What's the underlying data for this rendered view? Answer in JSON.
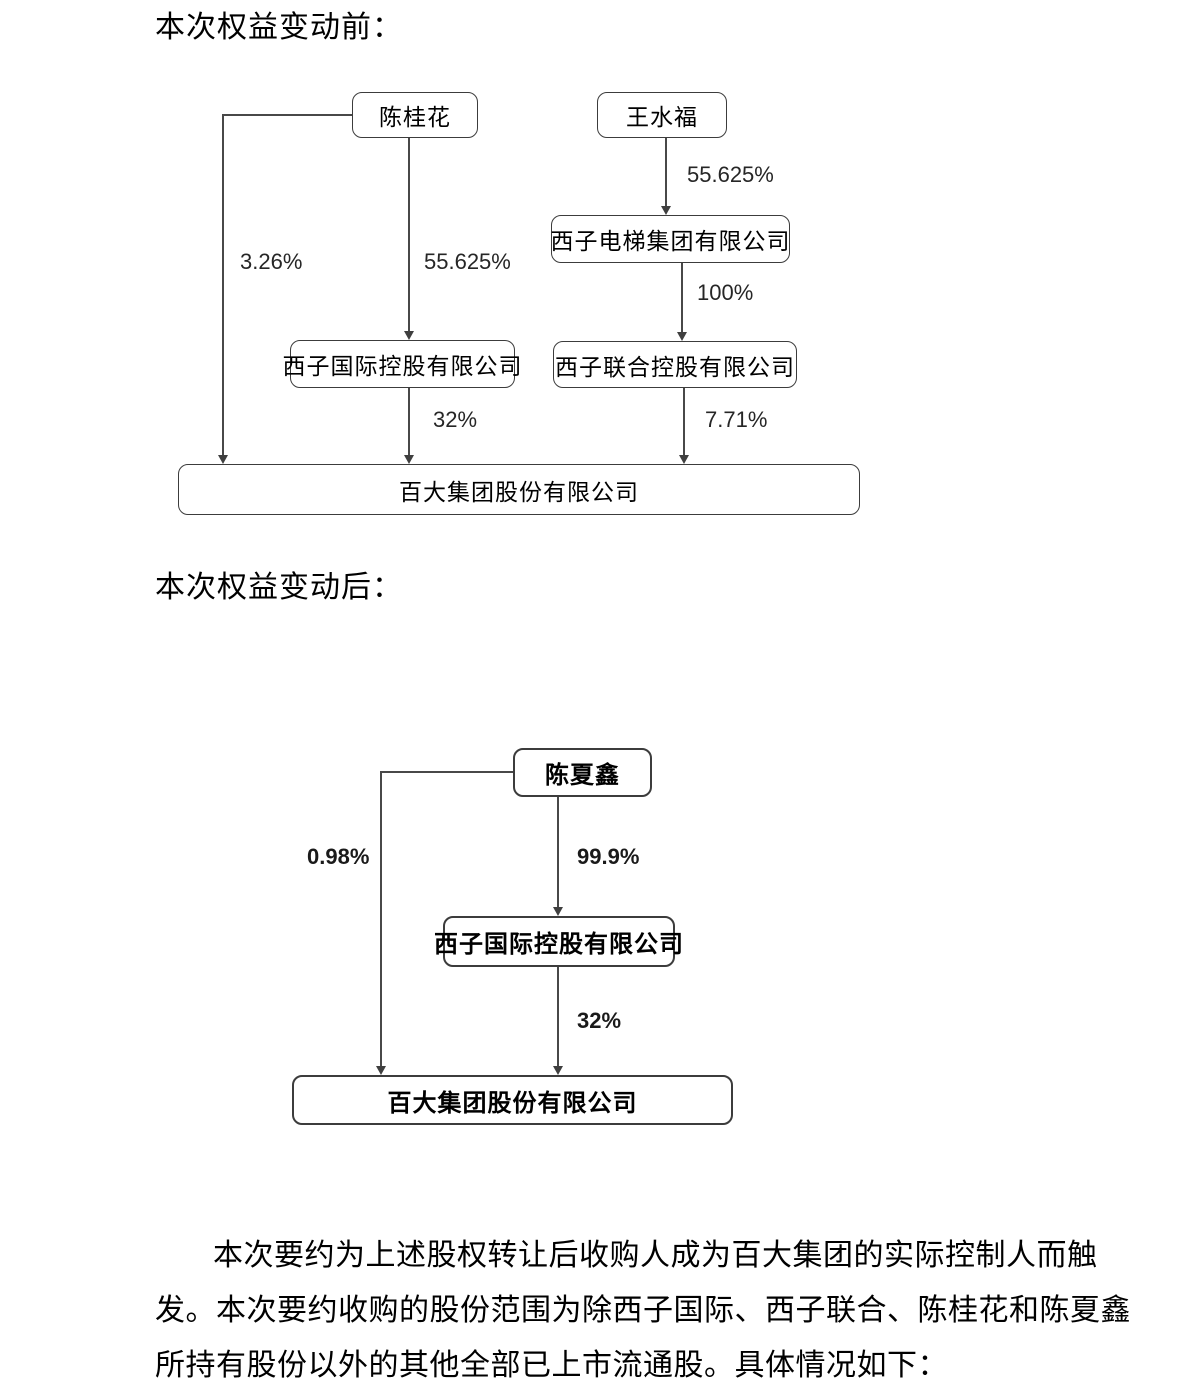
{
  "page": {
    "title_before": "本次权益变动前：",
    "title_after": "本次权益变动后：",
    "paragraph_lines": [
      "本次要约为上述股权转让后收购人成为百大集团的实际控制人而触",
      "发。本次要约收购的股份范围为除西子国际、西子联合、陈桂花和陈夏鑫",
      "所持有股份以外的其他全部已上市流通股。具体情况如下："
    ]
  },
  "colors": {
    "background": "#ffffff",
    "line": "#484848",
    "box_border": "#3c3c3c",
    "text": "#000000"
  },
  "diagram_before": {
    "nodes": {
      "chen_guihua": "陈桂花",
      "wang_shuifu": "王水福",
      "xizi_elevator": "西子电梯集团有限公司",
      "xizi_international": "西子国际控股有限公司",
      "xizi_united": "西子联合控股有限公司",
      "baida_group": "百大集团股份有限公司"
    },
    "edge_labels": {
      "chen_guihua_to_baida": "3.26%",
      "chen_guihua_to_xizi_international": "55.625%",
      "wang_shuifu_to_xizi_elevator": "55.625%",
      "xizi_elevator_to_xizi_united": "100%",
      "xizi_international_to_baida": "32%",
      "xizi_united_to_baida": "7.71%"
    }
  },
  "diagram_after": {
    "nodes": {
      "chen_xiaxin": "陈夏鑫",
      "xizi_international": "西子国际控股有限公司",
      "baida_group": "百大集团股份有限公司"
    },
    "edge_labels": {
      "chen_xiaxin_to_baida": "0.98%",
      "chen_xiaxin_to_xizi_international": "99.9%",
      "xizi_international_to_baida": "32%"
    }
  }
}
